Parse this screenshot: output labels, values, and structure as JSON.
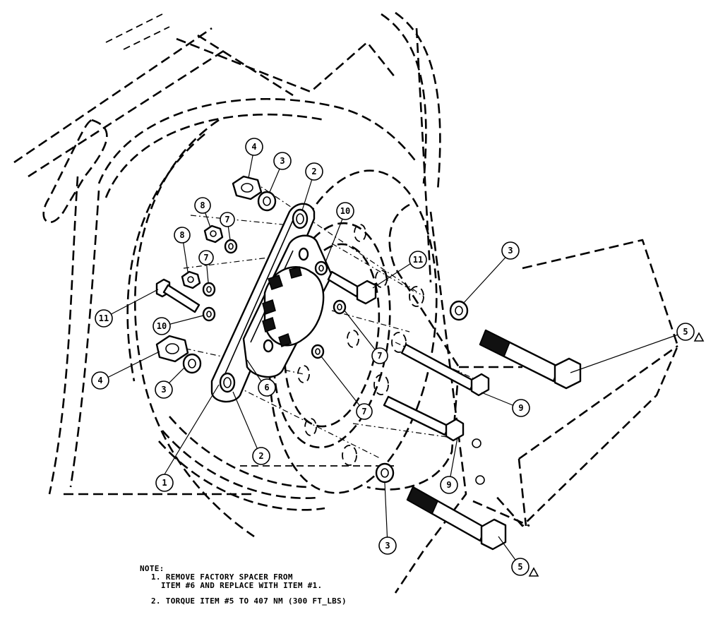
{
  "balloons": [
    {
      "label": "1"
    },
    {
      "label": "2"
    },
    {
      "label": "2"
    },
    {
      "label": "3"
    },
    {
      "label": "3"
    },
    {
      "label": "3"
    },
    {
      "label": "3"
    },
    {
      "label": "4"
    },
    {
      "label": "4"
    },
    {
      "label": "5"
    },
    {
      "label": "5"
    },
    {
      "label": "6"
    },
    {
      "label": "7"
    },
    {
      "label": "7"
    },
    {
      "label": "7"
    },
    {
      "label": "7"
    },
    {
      "label": "8"
    },
    {
      "label": "8"
    },
    {
      "label": "9"
    },
    {
      "label": "9"
    },
    {
      "label": "10"
    },
    {
      "label": "10"
    },
    {
      "label": "11"
    },
    {
      "label": "11"
    }
  ],
  "notes": {
    "heading": "NOTE:",
    "note1_line1": "1. REMOVE FACTORY SPACER FROM",
    "note1_line2": "ITEM #6 AND REPLACE WITH ITEM #1.",
    "note2": "2. TORQUE ITEM #5 TO 407 NM (300 FT_LBS)"
  }
}
